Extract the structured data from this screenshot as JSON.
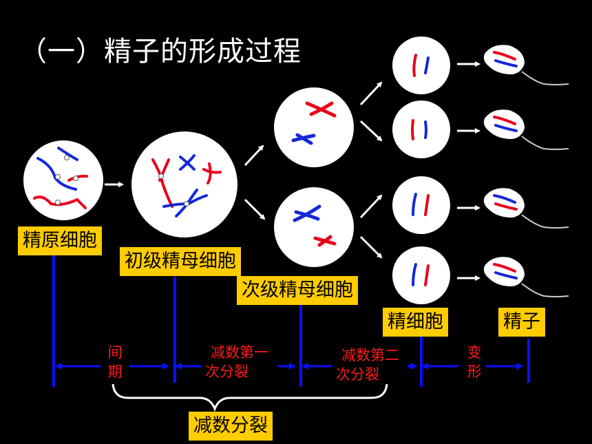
{
  "title": "（一）精子的形成过程",
  "labels": {
    "spermatogonium": "精原细胞",
    "primary_spermatocyte": "初级精母细胞",
    "secondary_spermatocyte": "次级精母细胞",
    "spermatid": "精细胞",
    "sperm": "精子",
    "meiosis": "减数分裂"
  },
  "phases": {
    "interphase": [
      "间",
      "期"
    ],
    "meiosis_one": [
      "减数第一",
      "次分裂"
    ],
    "meiosis_two": [
      "减数第二",
      "次分裂"
    ],
    "transformation": [
      "变",
      "形"
    ]
  },
  "colors": {
    "background": "#000000",
    "label_bg": "#ffcc00",
    "chromosome_red": "#e8001a",
    "chromosome_blue": "#1428d8",
    "timeline_blue": "#0a10ff",
    "phase_text": "#ff1a1a",
    "cell_fill": "#ffffff"
  }
}
